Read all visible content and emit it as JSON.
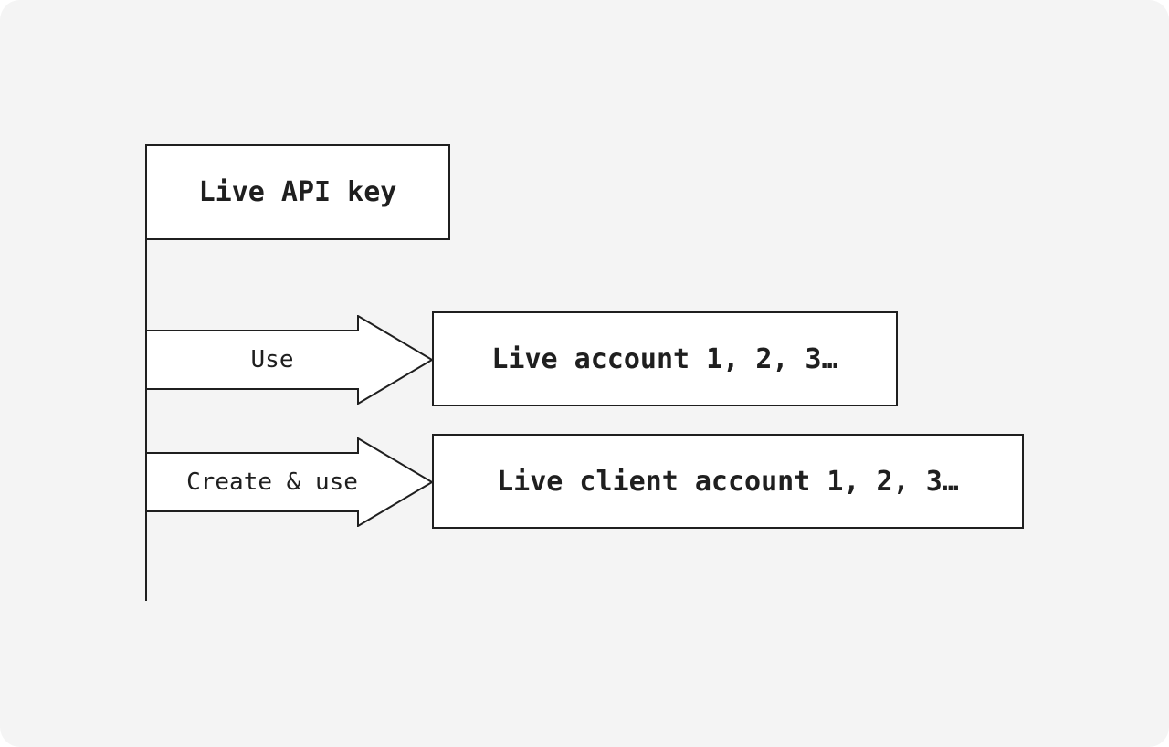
{
  "diagram": {
    "root": {
      "label": "Live API key"
    },
    "branches": [
      {
        "action": "Use",
        "target": "Live account 1, 2, 3…"
      },
      {
        "action": "Create & use",
        "target": "Live client account 1, 2, 3…"
      }
    ]
  },
  "colors": {
    "background": "#f4f4f4",
    "box_fill": "#ffffff",
    "stroke": "#1f1f1f",
    "text": "#1f1f1f"
  }
}
